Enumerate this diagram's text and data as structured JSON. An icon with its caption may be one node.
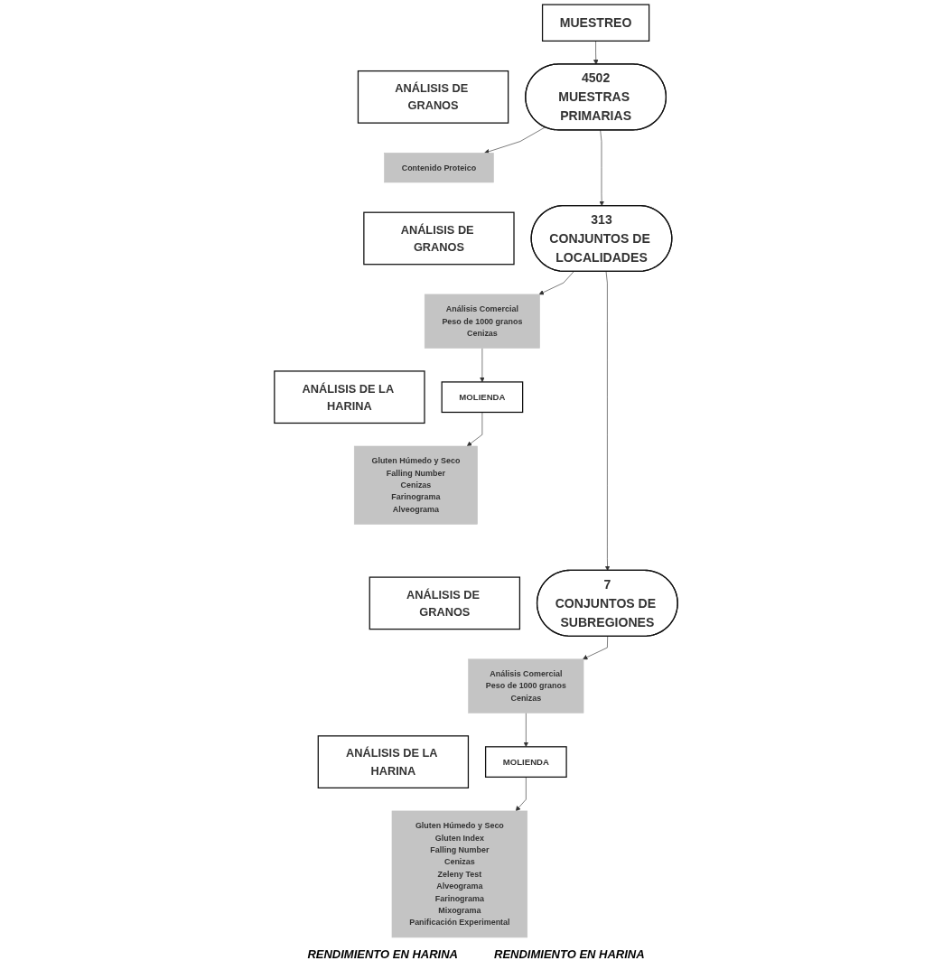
{
  "diagram": {
    "nodes": [
      {
        "text": [
          "MUESTREO"
        ]
      },
      {
        "text": [
          "4502",
          "MUESTRAS PRIMARIAS"
        ]
      },
      {
        "text": [
          "ANÁLISIS DE GRANOS"
        ]
      },
      {
        "text": [
          "Contenido Proteico"
        ]
      },
      {
        "text": [
          "313",
          "CONJUNTOS DE LOCALIDADES"
        ]
      },
      {
        "text": [
          "ANÁLISIS DE GRANOS"
        ]
      },
      {
        "text": [
          "Análisis Comercial",
          "Peso de 1000 granos",
          "Cenizas"
        ]
      },
      {
        "text": [
          "MOLIENDA"
        ]
      },
      {
        "text": [
          "ANÁLISIS DE LA HARINA"
        ]
      },
      {
        "text": [
          "Gluten Húmedo y Seco",
          "Falling Number",
          "Cenizas",
          "Farinograma",
          "Alveograma"
        ]
      },
      {
        "text": [
          "7",
          "CONJUNTOS DE SUBREGIONES"
        ]
      },
      {
        "text": [
          "ANÁLISIS DE GRANOS"
        ]
      },
      {
        "text": [
          "Análisis Comercial",
          "Peso de 1000 granos",
          "Cenizas"
        ]
      },
      {
        "text": [
          "MOLIENDA"
        ]
      },
      {
        "text": [
          "ANÁLISIS DE LA HARINA"
        ]
      },
      {
        "text": [
          "Gluten Húmedo y Seco",
          "Gluten Index",
          "Falling Number",
          "Cenizas",
          "Zeleny Test",
          "Alveograma",
          "Farinograma",
          "Mixograma",
          "Panificación Experimental"
        ]
      }
    ],
    "edges": [
      {
        "from": 0,
        "to": 1,
        "arrow": "to"
      },
      {
        "from": 1,
        "to": 3,
        "arrow": "to"
      },
      {
        "from": 1,
        "to": 4,
        "arrow": "to"
      },
      {
        "from": 4,
        "to": 6,
        "arrow": "to"
      },
      {
        "from": 6,
        "to": 7,
        "arrow": "to"
      },
      {
        "from": 7,
        "to": 9,
        "arrow": "to"
      },
      {
        "from": 4,
        "to": 10,
        "arrow": "to"
      },
      {
        "from": 10,
        "to": 12,
        "arrow": "to"
      },
      {
        "from": 12,
        "to": 13,
        "arrow": "to"
      },
      {
        "from": 13,
        "to": 15,
        "arrow": "to"
      }
    ],
    "labels": [
      "RENDIMIENTO EN HARINA",
      "RENDIMIENTO EN HARINA"
    ]
  }
}
